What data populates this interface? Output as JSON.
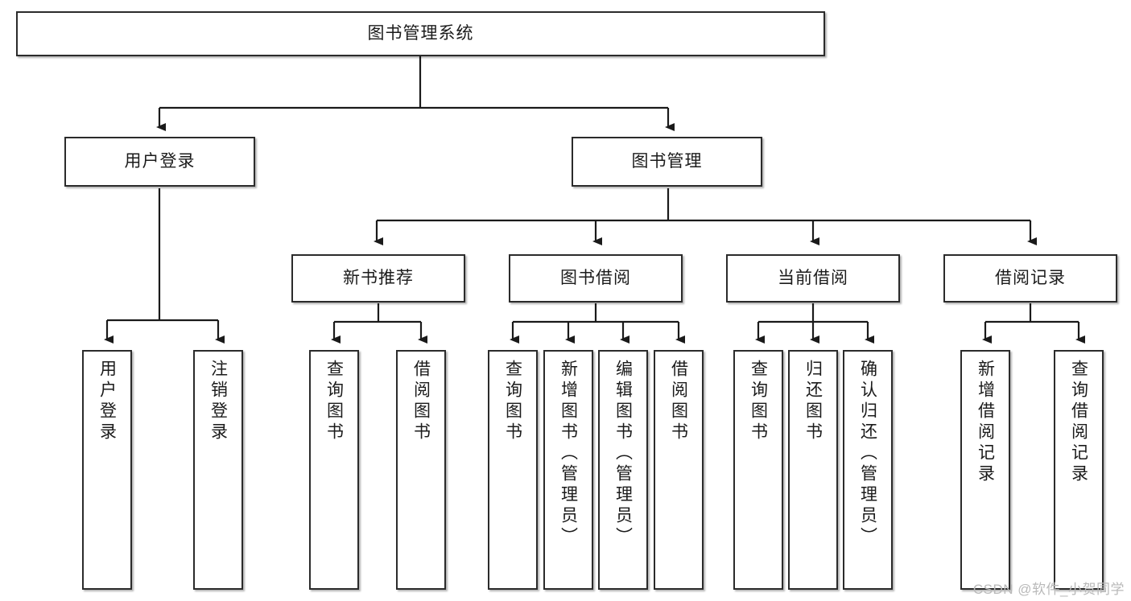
{
  "diagram": {
    "type": "tree-hierarchy",
    "title": "图书管理系统",
    "orientation": "top-down",
    "colors": {
      "box_border": "#2b2b2b",
      "box_fill": "#ffffff",
      "connector": "#1a1a1a",
      "text": "#1b1b1b",
      "watermark": "#b9b9b9"
    },
    "root": {
      "id": "root",
      "label": "图书管理系统"
    },
    "level2": [
      {
        "id": "user-login",
        "label": "用户登录"
      },
      {
        "id": "book-manage",
        "label": "图书管理"
      }
    ],
    "level3": [
      {
        "id": "new-book-recommend",
        "label": "新书推荐"
      },
      {
        "id": "book-borrow",
        "label": "图书借阅"
      },
      {
        "id": "current-borrow",
        "label": "当前借阅"
      },
      {
        "id": "borrow-record",
        "label": "借阅记录"
      }
    ],
    "leaves": {
      "user_login": [
        {
          "id": "leaf-user-login",
          "label": "用户登录"
        },
        {
          "id": "leaf-logout-login",
          "label": "注销登录"
        }
      ],
      "new_book_recommend": [
        {
          "id": "leaf-query-book-1",
          "label": "查询图书"
        },
        {
          "id": "leaf-borrow-book-1",
          "label": "借阅图书"
        }
      ],
      "book_borrow": [
        {
          "id": "leaf-query-book-2",
          "label": "查询图书"
        },
        {
          "id": "leaf-add-book",
          "label": "新增图书（管理员）"
        },
        {
          "id": "leaf-edit-book",
          "label": "编辑图书（管理员）"
        },
        {
          "id": "leaf-borrow-book-2",
          "label": "借阅图书"
        }
      ],
      "current_borrow": [
        {
          "id": "leaf-query-book-3",
          "label": "查询图书"
        },
        {
          "id": "leaf-return-book",
          "label": "归还图书"
        },
        {
          "id": "leaf-confirm-return",
          "label": "确认归还（管理员）"
        }
      ],
      "borrow_record": [
        {
          "id": "leaf-add-borrow-record",
          "label": "新增借阅记录"
        },
        {
          "id": "leaf-query-borrow-record",
          "label": "查询借阅记录"
        }
      ]
    }
  },
  "watermark": {
    "text": "CSDN @软件_小贺同学"
  }
}
